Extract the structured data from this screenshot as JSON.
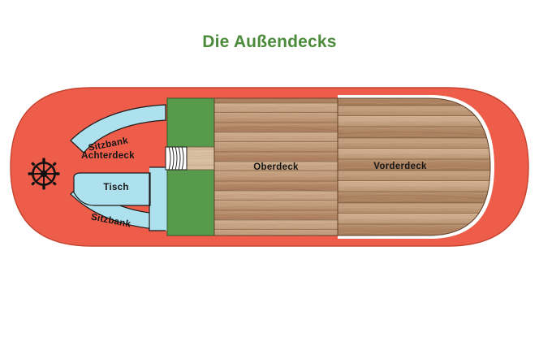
{
  "page": {
    "title": "Die Außendecks",
    "background_color": "#ffffff"
  },
  "diagram": {
    "name": "boat-deck-plan",
    "type": "top-down-deck-plan",
    "hull": {
      "shape": "stadium-ellipse",
      "fill_color": "#EE5D4A",
      "outline_color": "#C8402C"
    },
    "palette": {
      "hull_red": "#EE5D4A",
      "seating_blue": "#ADE1EE",
      "grass_green": "#589A4C",
      "wood_light": "#C9A585",
      "wood_mid": "#BD9370",
      "wood_dark": "#A8805E",
      "label_black": "#151515",
      "title_green": "#4B8B3B",
      "white": "#ffffff"
    },
    "areas": [
      {
        "id": "achterdeck",
        "label": "Achterdeck",
        "color": "#EE5D4A",
        "position": "stern",
        "rotation_deg": 0
      },
      {
        "id": "sitzbank-oben",
        "label": "Sitzbank",
        "color": "#ADE1EE",
        "position": "stern-port",
        "rotation_deg": -11
      },
      {
        "id": "sitzbank-unten",
        "label": "Sitzbank",
        "color": "#ADE1EE",
        "position": "stern-starboard",
        "rotation_deg": 11
      },
      {
        "id": "tisch",
        "label": "Tisch",
        "color": "#ADE1EE",
        "position": "stern-center",
        "rotation_deg": 0
      },
      {
        "id": "oberdeck",
        "label": "Oberdeck",
        "color": "#BD9370",
        "position": "midship",
        "rotation_deg": 0
      },
      {
        "id": "vorderdeck",
        "label": "Vorderdeck",
        "color": "#BD9370",
        "position": "bow",
        "rotation_deg": 0
      }
    ],
    "features": [
      {
        "id": "steuerrad",
        "icon": "ships-wheel-icon",
        "color": "#111111",
        "position": "stern-tip"
      },
      {
        "id": "treppe",
        "icon": "stairs-icon",
        "color": "#ffffff",
        "position": "between-green-panels"
      },
      {
        "id": "gruenflaeche-oben",
        "icon": "green-panel",
        "color": "#589A4C"
      },
      {
        "id": "gruenflaeche-unten",
        "icon": "green-panel",
        "color": "#589A4C"
      }
    ]
  }
}
